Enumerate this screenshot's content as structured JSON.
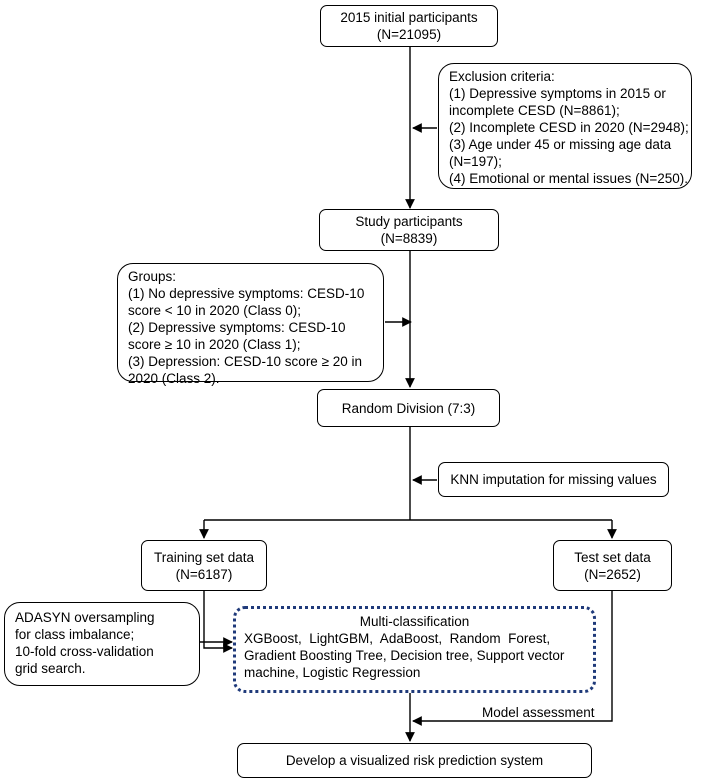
{
  "initial": {
    "line1": "2015 initial participants",
    "line2": "(N=21095)"
  },
  "exclusion": {
    "title": "Exclusion criteria:",
    "lines": [
      "(1) Depressive symptoms in 2015 or",
      "incomplete CESD (N=8861);",
      "(2) Incomplete CESD in 2020 (N=2948);",
      "(3) Age under 45 or missing age data",
      "(N=197);",
      "(4) Emotional or mental issues (N=250)."
    ]
  },
  "study": {
    "line1": "Study participants",
    "line2": "(N=8839)"
  },
  "groups": {
    "title": "Groups:",
    "lines": [
      "(1) No depressive symptoms: CESD-10",
      "score < 10 in 2020 (Class 0);",
      "(2) Depressive symptoms: CESD-10",
      "score ≥ 10 in 2020 (Class 1);",
      "(3) Depression: CESD-10 score ≥ 20 in",
      "2020 (Class 2)."
    ]
  },
  "division": {
    "label": "Random Division (7:3)"
  },
  "knn": {
    "label": "KNN imputation for missing values"
  },
  "training": {
    "line1": "Training set data",
    "line2": "(N=6187)"
  },
  "test": {
    "line1": "Test set data",
    "line2": "(N=2652)"
  },
  "adasyn": {
    "lines": [
      "ADASYN oversampling",
      "for class imbalance;",
      "10-fold cross-validation",
      "grid search."
    ]
  },
  "multi": {
    "title": "Multi-classification",
    "lines": [
      "XGBoost,  LightGBM,  AdaBoost,  Random  Forest,",
      "Gradient Boosting Tree, Decision tree, Support vector",
      "machine, Logistic Regression"
    ]
  },
  "assessment": {
    "label": "Model assessment"
  },
  "develop": {
    "label": "Develop a visualized risk prediction system"
  }
}
